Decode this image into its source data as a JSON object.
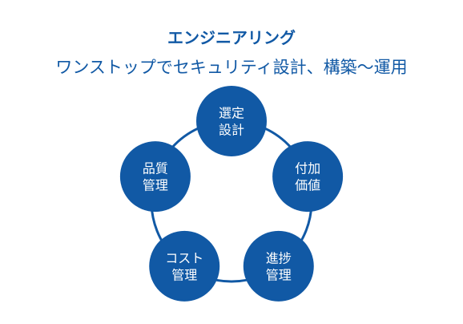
{
  "colors": {
    "primary": "#1159A5",
    "ring": "#1159A5",
    "node_text": "#FFFFFF"
  },
  "header": {
    "title": "エンジニアリング",
    "subtitle": "ワンストップでセキュリティ設計、構築～運用"
  },
  "nodes": [
    {
      "lines": [
        "選定",
        "設計"
      ]
    },
    {
      "lines": [
        "付加",
        "価値"
      ]
    },
    {
      "lines": [
        "進捗",
        "管理"
      ]
    },
    {
      "lines": [
        "コスト",
        "管理"
      ]
    },
    {
      "lines": [
        "品質",
        "管理"
      ]
    }
  ]
}
